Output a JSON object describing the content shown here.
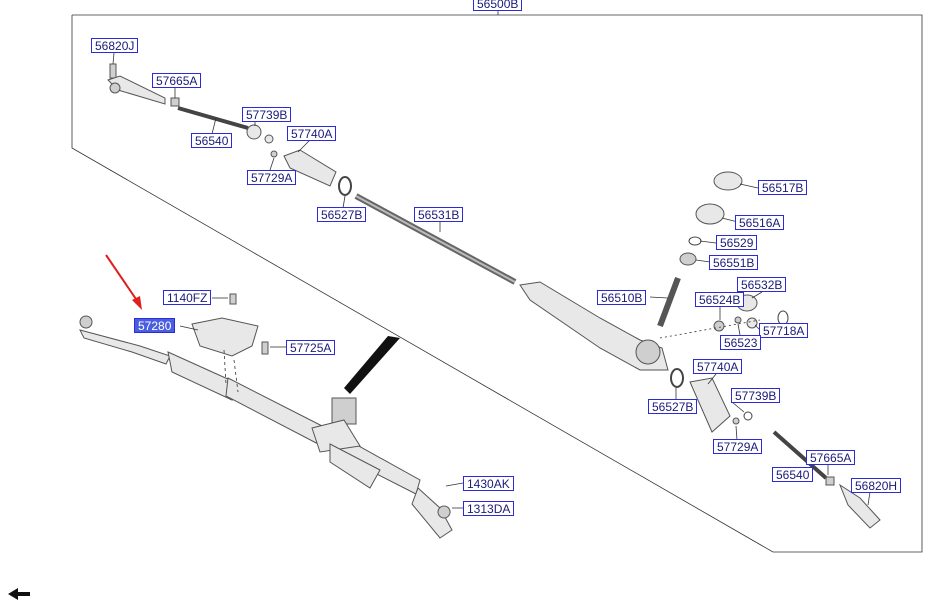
{
  "title_label": "56500B",
  "labels": {
    "l_56820J": "56820J",
    "l_57665A_top": "57665A",
    "l_56540_top": "56540",
    "l_57739B_top": "57739B",
    "l_57740A_top": "57740A",
    "l_57729A_top": "57729A",
    "l_56527B_top": "56527B",
    "l_56531B": "56531B",
    "l_56517B": "56517B",
    "l_56516A": "56516A",
    "l_56529": "56529",
    "l_56551B": "56551B",
    "l_56510B": "56510B",
    "l_56532B": "56532B",
    "l_56524B": "56524B",
    "l_57718A": "57718A",
    "l_56523": "56523",
    "l_57740A_bot": "57740A",
    "l_57739B_bot": "57739B",
    "l_56527B_bot": "56527B",
    "l_57729A_bot": "57729A",
    "l_57665A_bot": "57665A",
    "l_56540_bot": "56540",
    "l_56820H": "56820H",
    "l_1140FZ": "1140FZ",
    "l_57280": "57280",
    "l_57725A": "57725A",
    "l_1430AK": "1430AK",
    "l_1313DA": "1313DA"
  },
  "selected_label": "57280",
  "colors": {
    "label_border": "#2b2bd8",
    "label_text": "#1a1a7a",
    "selected_fill": "#4a5fe0",
    "arrow": "#e02020"
  },
  "icons": {
    "nav": "back-arrow-icon"
  }
}
